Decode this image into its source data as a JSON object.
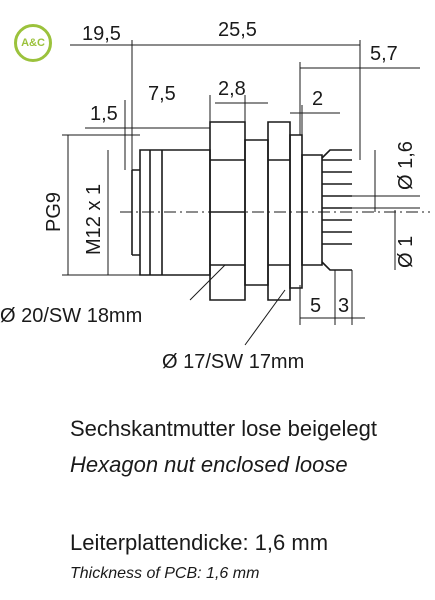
{
  "logo": {
    "text": "A&C",
    "color": "#9bc23c"
  },
  "dimensions": {
    "d19_5": "19,5",
    "d25_5": "25,5",
    "d5_7": "5,7",
    "d1_5": "1,5",
    "d7_5": "7,5",
    "d2_8": "2,8",
    "d2": "2",
    "d1_6": "Ø 1,6",
    "pg9": "PG9",
    "m12": "M12 x 1",
    "d1": "Ø 1",
    "d5": "5",
    "d3": "3",
    "nut20": "Ø 20/SW 18mm",
    "nut17": "Ø 17/SW 17mm"
  },
  "notes": {
    "hex_de": "Sechskantmutter lose beigelegt",
    "hex_en": "Hexagon nut enclosed loose",
    "pcb_de": "Leiterplattendicke: 1,6 mm",
    "pcb_en": "Thickness of PCB: 1,6 mm"
  }
}
